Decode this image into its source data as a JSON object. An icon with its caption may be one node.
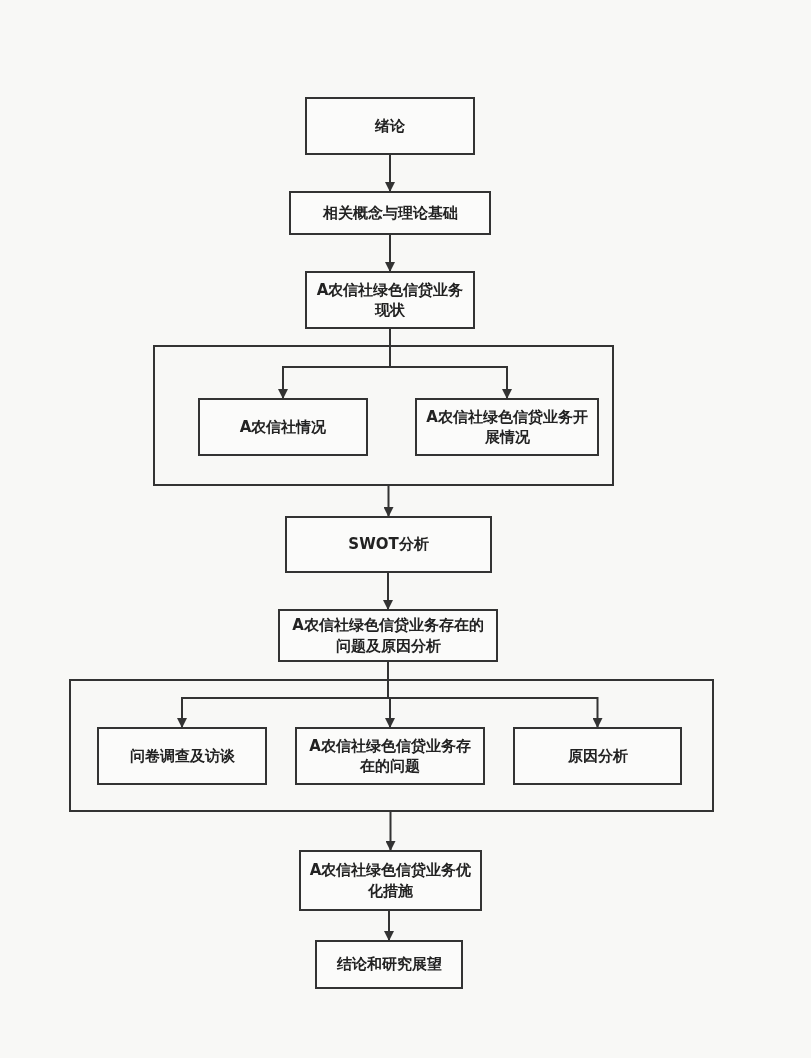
{
  "diagram": {
    "nodes": [
      {
        "text": [
          "绪论"
        ]
      },
      {
        "text": [
          "相关概念与理论基础"
        ]
      },
      {
        "text": [
          "A农信社绿色信贷业务现状"
        ]
      },
      {
        "text": [],
        "shape": "box"
      },
      {
        "text": [
          "A农信社情况"
        ],
        "in": 3
      },
      {
        "text": [
          "A农信社绿色信贷业务开展情况"
        ],
        "in": 3
      },
      {
        "text": [
          "SWOT分析"
        ]
      },
      {
        "text": [
          "A农信社绿色信贷业务存在的问题及原因分析"
        ]
      },
      {
        "text": [],
        "shape": "box"
      },
      {
        "text": [
          "问卷调查及访谈"
        ],
        "in": 8
      },
      {
        "text": [
          "A农信社绿色信贷业务存在的问题"
        ],
        "in": 8
      },
      {
        "text": [
          "原因分析"
        ],
        "in": 8
      },
      {
        "text": [
          "A农信社绿色信贷业务优化措施"
        ]
      },
      {
        "text": [
          "结论和研究展望"
        ]
      }
    ],
    "edges": [
      {
        "from": 0,
        "to": 1,
        "arrow": "to"
      },
      {
        "from": 1,
        "to": 2,
        "arrow": "to"
      },
      {
        "from": 2,
        "to": 4,
        "arrow": "to"
      },
      {
        "from": 2,
        "to": 5,
        "arrow": "to"
      },
      {
        "from": 3,
        "to": 6,
        "arrow": "to"
      },
      {
        "from": 6,
        "to": 7,
        "arrow": "to"
      },
      {
        "from": 7,
        "to": 9,
        "arrow": "to"
      },
      {
        "from": 7,
        "to": 10,
        "arrow": "to"
      },
      {
        "from": 7,
        "to": 11,
        "arrow": "to"
      },
      {
        "from": 8,
        "to": 12,
        "arrow": "to"
      },
      {
        "from": 12,
        "to": 13,
        "arrow": "to"
      }
    ]
  }
}
